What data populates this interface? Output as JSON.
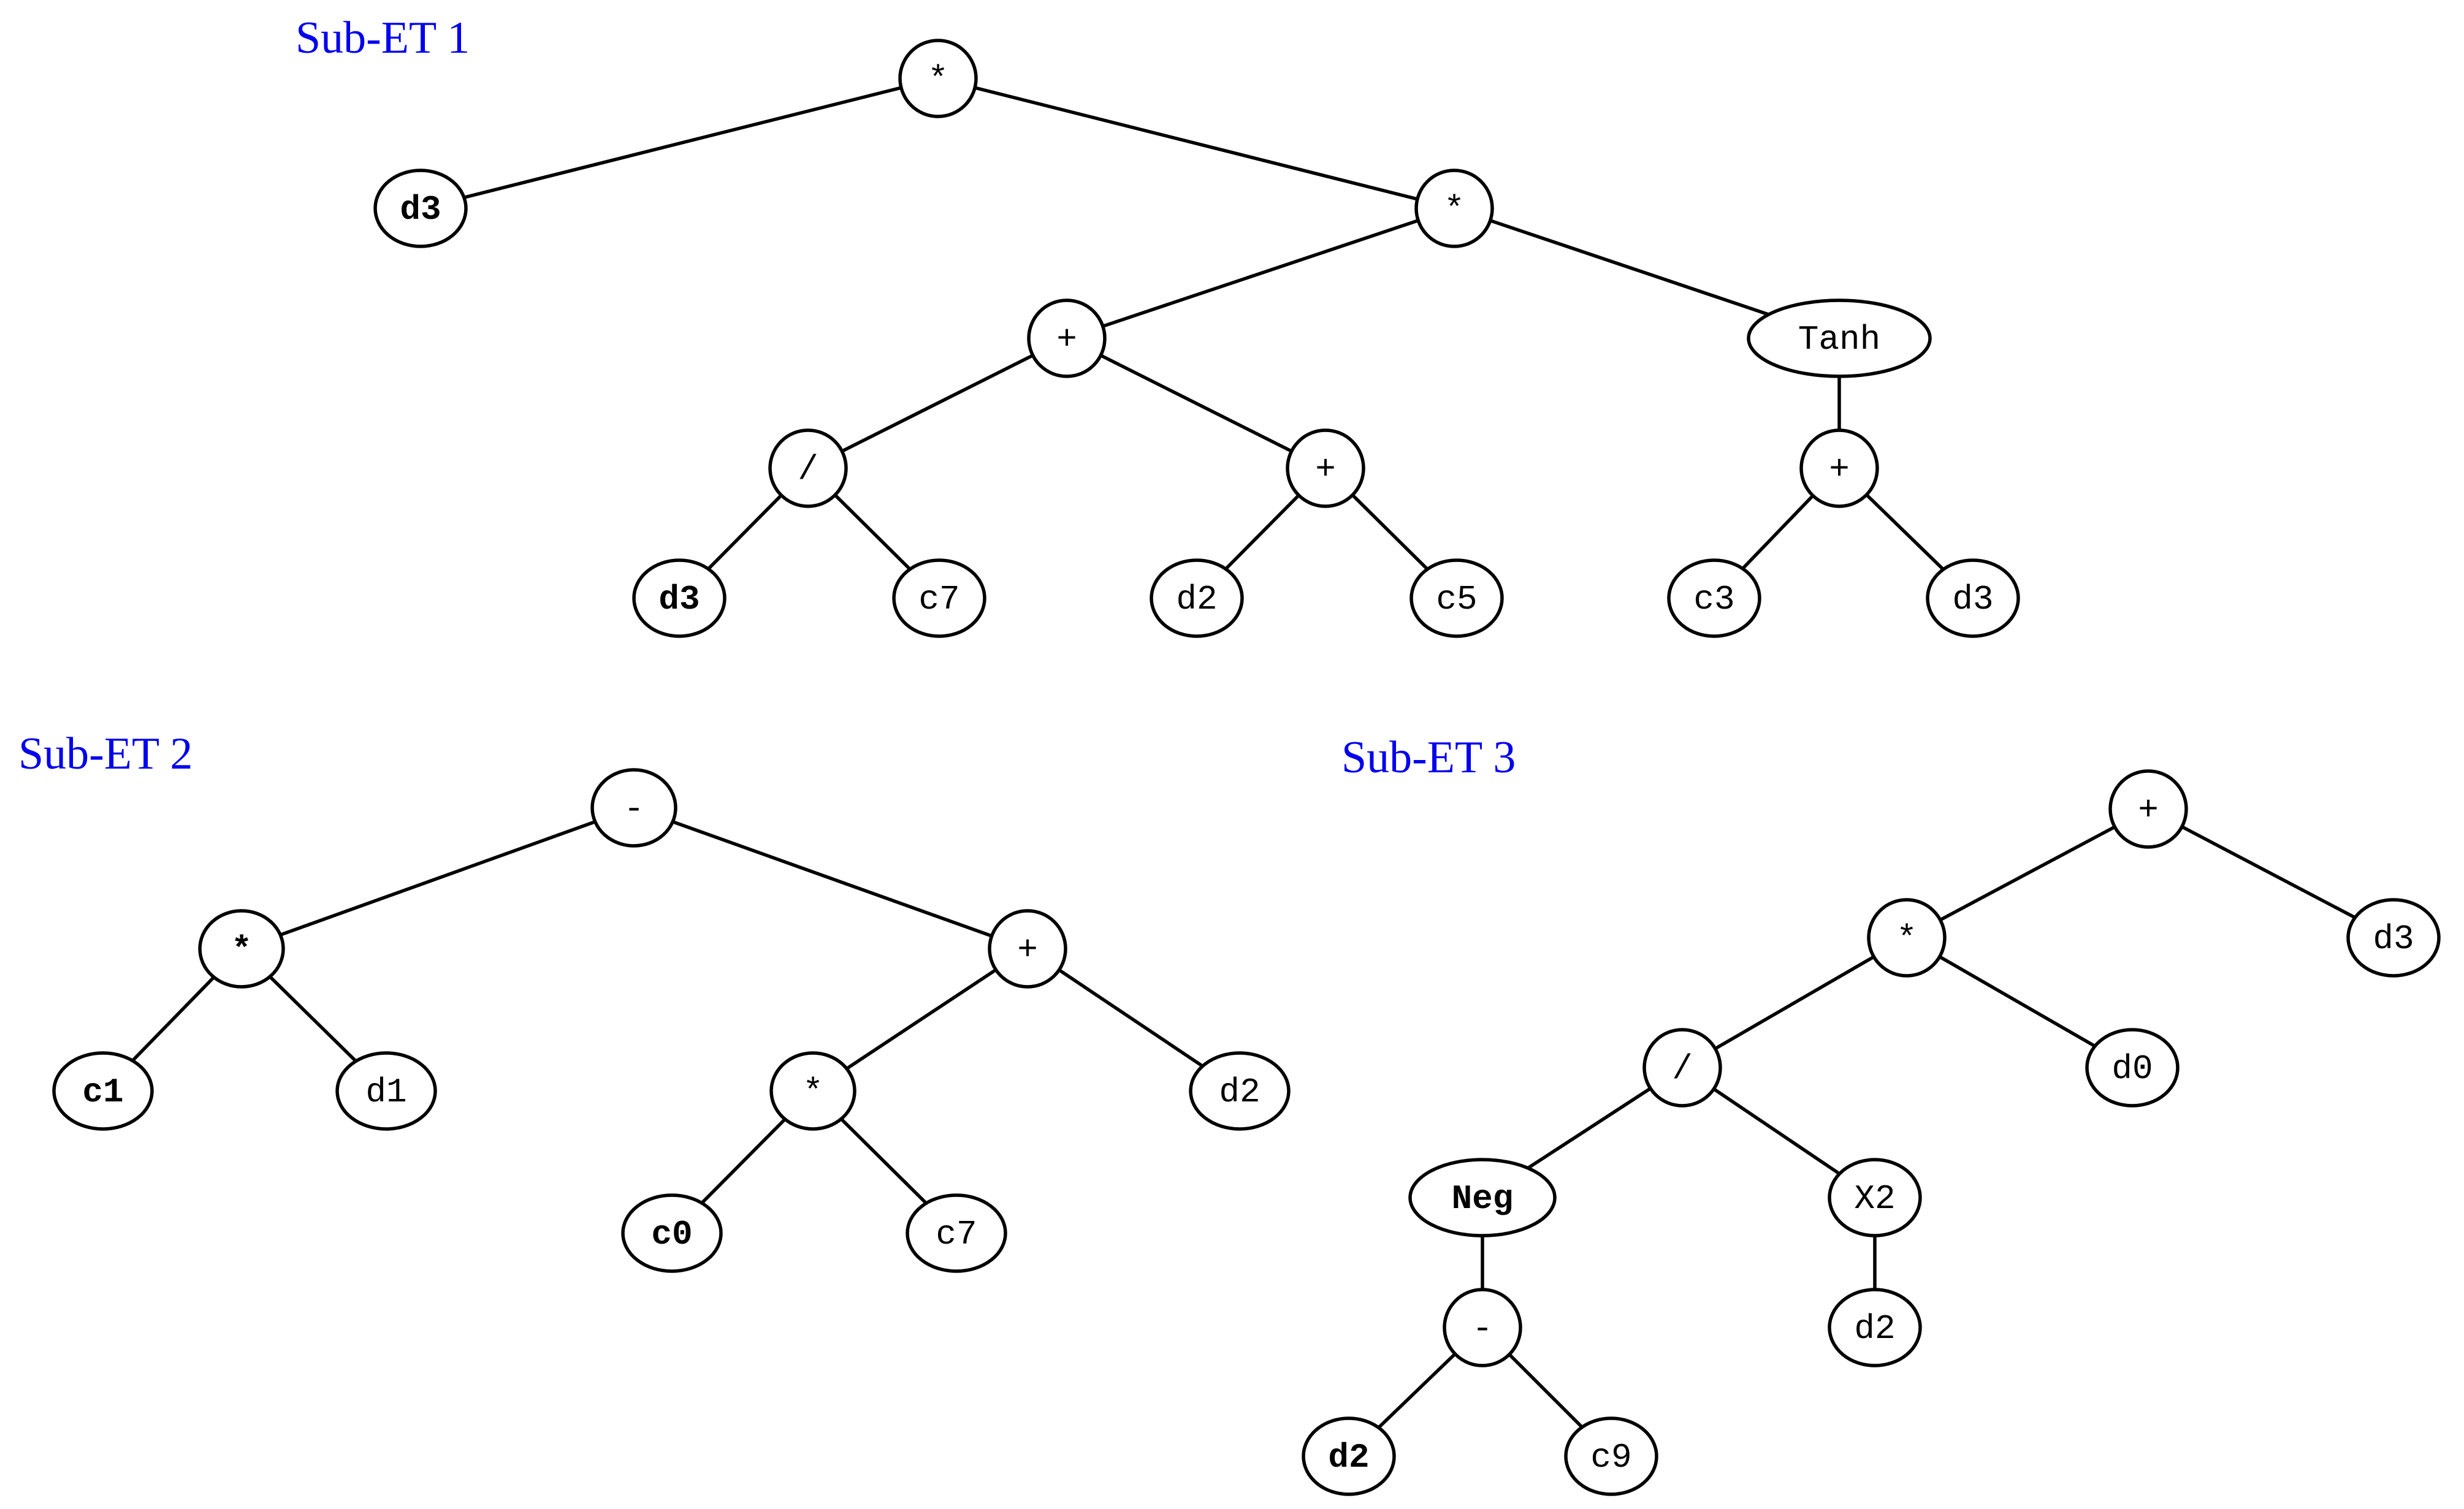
{
  "colors": {
    "title": "#0000ee",
    "stroke": "#000000",
    "background": "#ffffff"
  },
  "trees": [
    {
      "title": "Sub-ET 1",
      "nodes": [
        {
          "id": "t1_root",
          "label": "*"
        },
        {
          "id": "t1_d3a",
          "label": "d3",
          "bold": true
        },
        {
          "id": "t1_mul",
          "label": "*"
        },
        {
          "id": "t1_plus1",
          "label": "+"
        },
        {
          "id": "t1_tanh",
          "label": "Tanh"
        },
        {
          "id": "t1_div",
          "label": "/"
        },
        {
          "id": "t1_plus2",
          "label": "+"
        },
        {
          "id": "t1_plus3",
          "label": "+"
        },
        {
          "id": "t1_d3b",
          "label": "d3",
          "bold": true
        },
        {
          "id": "t1_c7",
          "label": "c7"
        },
        {
          "id": "t1_d2",
          "label": "d2"
        },
        {
          "id": "t1_c5",
          "label": "c5"
        },
        {
          "id": "t1_c3",
          "label": "c3"
        },
        {
          "id": "t1_d3c",
          "label": "d3"
        }
      ],
      "edges": [
        [
          "t1_root",
          "t1_d3a"
        ],
        [
          "t1_root",
          "t1_mul"
        ],
        [
          "t1_mul",
          "t1_plus1"
        ],
        [
          "t1_mul",
          "t1_tanh"
        ],
        [
          "t1_plus1",
          "t1_div"
        ],
        [
          "t1_plus1",
          "t1_plus2"
        ],
        [
          "t1_tanh",
          "t1_plus3"
        ],
        [
          "t1_div",
          "t1_d3b"
        ],
        [
          "t1_div",
          "t1_c7"
        ],
        [
          "t1_plus2",
          "t1_d2"
        ],
        [
          "t1_plus2",
          "t1_c5"
        ],
        [
          "t1_plus3",
          "t1_c3"
        ],
        [
          "t1_plus3",
          "t1_d3c"
        ]
      ]
    },
    {
      "title": "Sub-ET 2",
      "nodes": [
        {
          "id": "t2_root",
          "label": "-"
        },
        {
          "id": "t2_mul1",
          "label": "*",
          "bold": true
        },
        {
          "id": "t2_plus",
          "label": "+"
        },
        {
          "id": "t2_c1",
          "label": "c1",
          "bold": true
        },
        {
          "id": "t2_d1",
          "label": "d1"
        },
        {
          "id": "t2_mul2",
          "label": "*"
        },
        {
          "id": "t2_d2",
          "label": "d2"
        },
        {
          "id": "t2_c0",
          "label": "c0",
          "bold": true
        },
        {
          "id": "t2_c7",
          "label": "c7"
        }
      ],
      "edges": [
        [
          "t2_root",
          "t2_mul1"
        ],
        [
          "t2_root",
          "t2_plus"
        ],
        [
          "t2_mul1",
          "t2_c1"
        ],
        [
          "t2_mul1",
          "t2_d1"
        ],
        [
          "t2_plus",
          "t2_mul2"
        ],
        [
          "t2_plus",
          "t2_d2"
        ],
        [
          "t2_mul2",
          "t2_c0"
        ],
        [
          "t2_mul2",
          "t2_c7"
        ]
      ]
    },
    {
      "title": "Sub-ET 3",
      "nodes": [
        {
          "id": "t3_root",
          "label": "+"
        },
        {
          "id": "t3_mul",
          "label": "*"
        },
        {
          "id": "t3_d3",
          "label": "d3"
        },
        {
          "id": "t3_div",
          "label": "/"
        },
        {
          "id": "t3_d0",
          "label": "d0"
        },
        {
          "id": "t3_neg",
          "label": "Neg",
          "bold": true
        },
        {
          "id": "t3_x2",
          "label": "X2"
        },
        {
          "id": "t3_minus",
          "label": "-"
        },
        {
          "id": "t3_d2a",
          "label": "d2"
        },
        {
          "id": "t3_d2b",
          "label": "d2",
          "bold": true
        },
        {
          "id": "t3_c9",
          "label": "c9"
        }
      ],
      "edges": [
        [
          "t3_root",
          "t3_mul"
        ],
        [
          "t3_root",
          "t3_d3"
        ],
        [
          "t3_mul",
          "t3_div"
        ],
        [
          "t3_mul",
          "t3_d0"
        ],
        [
          "t3_div",
          "t3_neg"
        ],
        [
          "t3_div",
          "t3_x2"
        ],
        [
          "t3_neg",
          "t3_minus"
        ],
        [
          "t3_x2",
          "t3_d2a"
        ],
        [
          "t3_minus",
          "t3_d2b"
        ],
        [
          "t3_minus",
          "t3_c9"
        ]
      ]
    }
  ]
}
